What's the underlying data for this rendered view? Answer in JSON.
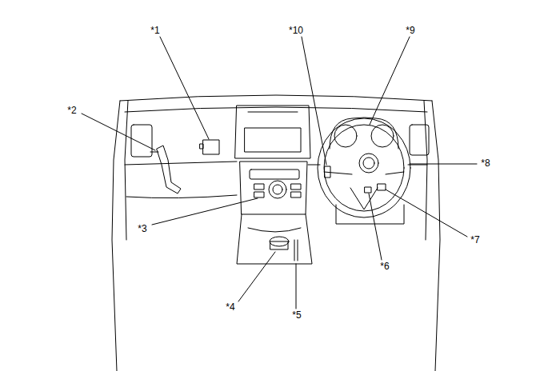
{
  "diagram": {
    "labels": [
      "*1",
      "*2",
      "*3",
      "*4",
      "*5",
      "*6",
      "*7",
      "*8",
      "*9",
      "*10"
    ]
  }
}
